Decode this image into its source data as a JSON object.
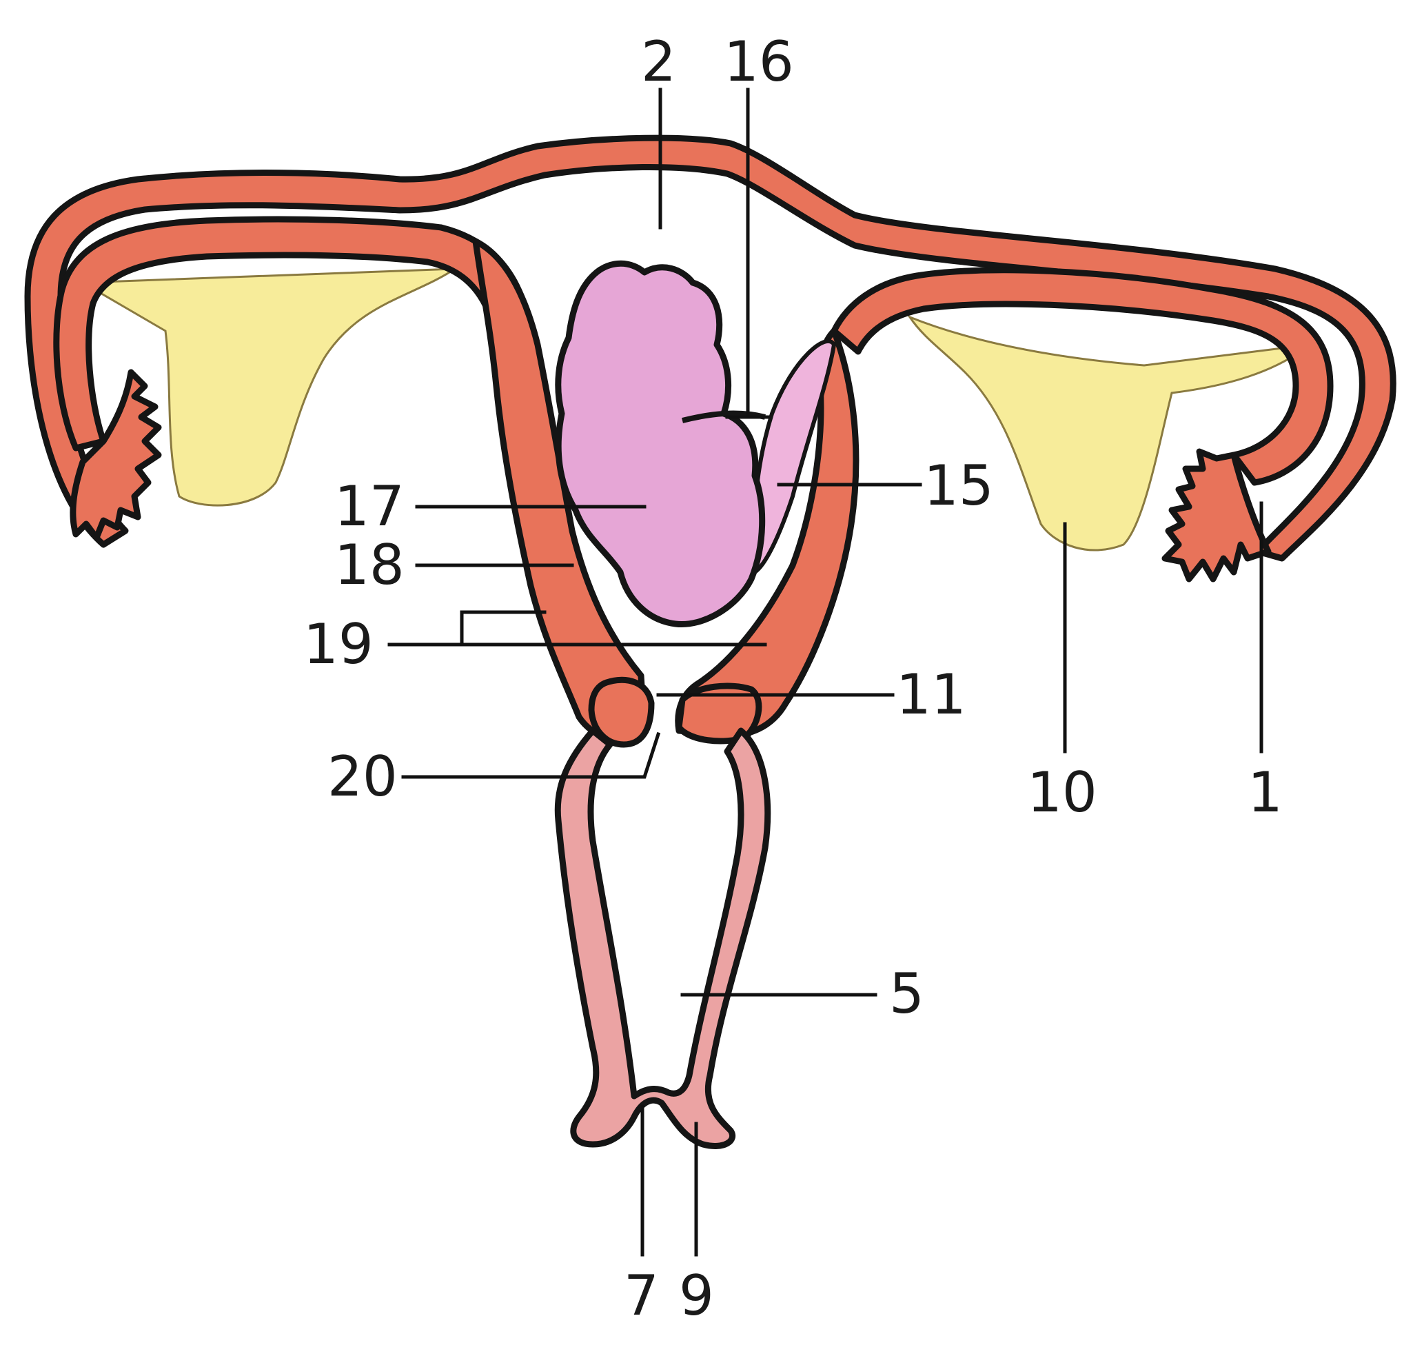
{
  "diagram": {
    "colors": {
      "uterine_wall": "#e8735a",
      "wall_highlight": "#f2a08e",
      "ovary": "#f7ec9a",
      "ligament": "#f7ec9a",
      "vagina": "#eba3a3",
      "fetus": "#e6a6d6",
      "placenta": "#efb4dc",
      "outline": "#151515",
      "background": "#ffffff"
    },
    "labels": [
      {
        "id": "1",
        "text": "1"
      },
      {
        "id": "2",
        "text": "2"
      },
      {
        "id": "5",
        "text": "5"
      },
      {
        "id": "7",
        "text": "7"
      },
      {
        "id": "9",
        "text": "9"
      },
      {
        "id": "10",
        "text": "10"
      },
      {
        "id": "11",
        "text": "11"
      },
      {
        "id": "15",
        "text": "15"
      },
      {
        "id": "16",
        "text": "16"
      },
      {
        "id": "17",
        "text": "17"
      },
      {
        "id": "18",
        "text": "18"
      },
      {
        "id": "19",
        "text": "19"
      },
      {
        "id": "20",
        "text": "20"
      }
    ]
  }
}
